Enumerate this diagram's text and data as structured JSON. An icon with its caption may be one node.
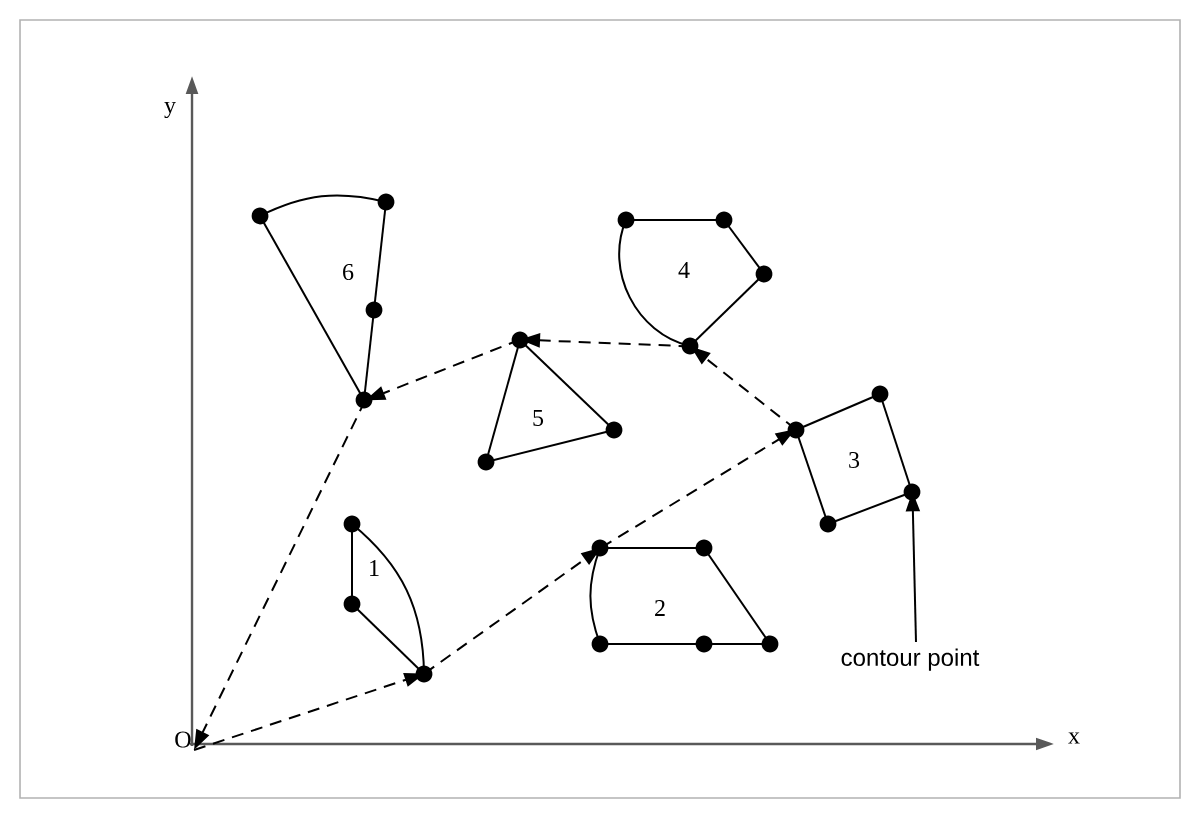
{
  "diagram": {
    "nodes": [
      {
        "text": [
          "O"
        ]
      },
      {
        "text": [
          "1"
        ]
      },
      {
        "text": [
          "2"
        ]
      },
      {
        "text": [
          "3"
        ]
      },
      {
        "text": [
          "4"
        ]
      },
      {
        "text": [
          "5"
        ]
      },
      {
        "text": [
          "6"
        ]
      },
      {
        "text": [
          "contour point"
        ]
      }
    ],
    "edges": [
      {
        "from": 0,
        "to": 1,
        "arrow": "to",
        "style": "dashed"
      },
      {
        "from": 1,
        "to": 2,
        "arrow": "to",
        "style": "dashed"
      },
      {
        "from": 2,
        "to": 3,
        "arrow": "to",
        "style": "dashed"
      },
      {
        "from": 3,
        "to": 4,
        "arrow": "to",
        "style": "dashed"
      },
      {
        "from": 4,
        "to": 5,
        "arrow": "to",
        "style": "dashed"
      },
      {
        "from": 5,
        "to": 6,
        "arrow": "to",
        "style": "dashed"
      },
      {
        "from": 6,
        "to": 0,
        "arrow": "to",
        "style": "dashed"
      },
      {
        "from": 7,
        "to": 3,
        "arrow": "to"
      }
    ],
    "labels": [
      "y",
      "x"
    ]
  }
}
